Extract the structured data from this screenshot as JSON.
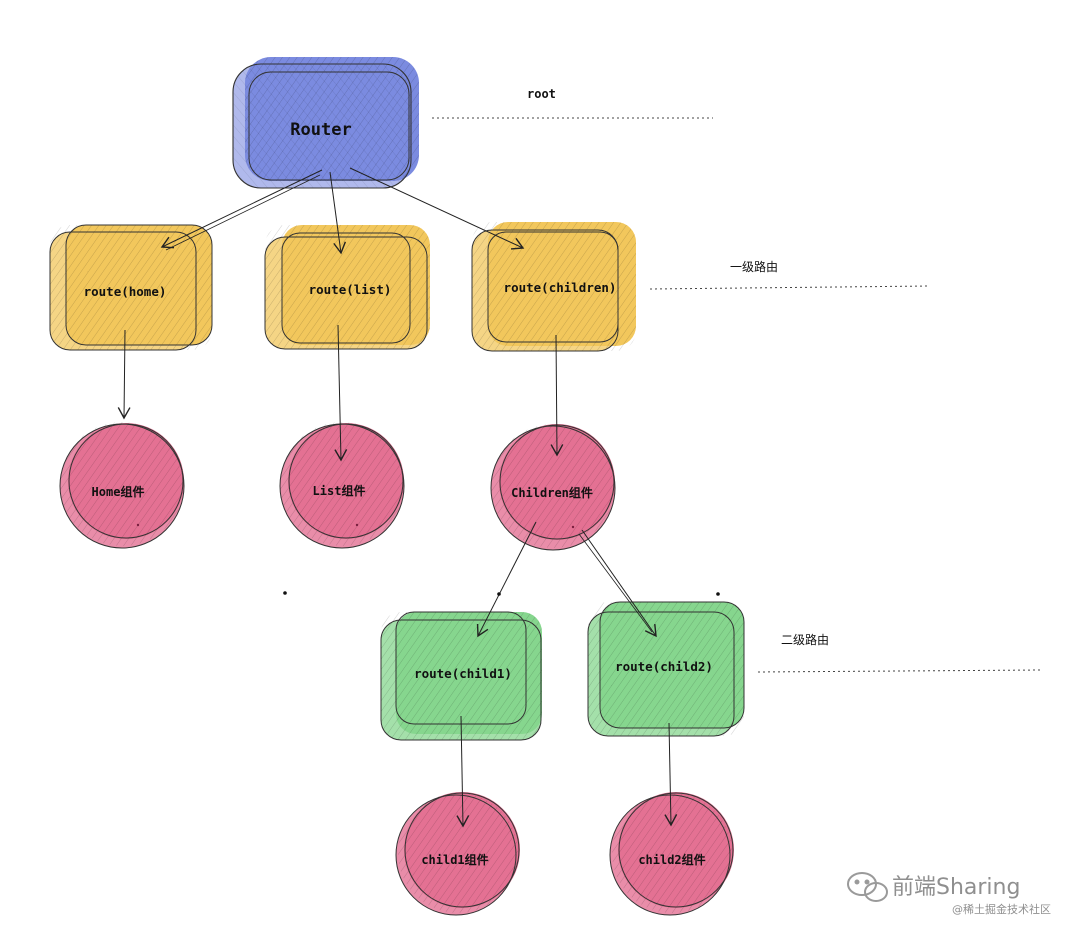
{
  "nodes": {
    "router": {
      "label": "Router",
      "color": "#7b8be0"
    },
    "route_home": {
      "label": "route(home)",
      "color": "#f2c75c"
    },
    "route_list": {
      "label": "route(list)",
      "color": "#f2c75c"
    },
    "route_children": {
      "label": "route(children)",
      "color": "#f2c75c"
    },
    "home_component": {
      "label": "Home组件",
      "color": "#e47193"
    },
    "list_component": {
      "label": "List组件",
      "color": "#e47193"
    },
    "children_component": {
      "label": "Children组件",
      "color": "#e47193"
    },
    "route_child1": {
      "label": "route(child1)",
      "color": "#86d68e"
    },
    "route_child2": {
      "label": "route(child2)",
      "color": "#86d68e"
    },
    "child1_component": {
      "label": "child1组件",
      "color": "#e47193"
    },
    "child2_component": {
      "label": "child2组件",
      "color": "#e47193"
    }
  },
  "levels": {
    "root": "root",
    "level1": "一级路由",
    "level2": "二级路由"
  },
  "watermark": {
    "brand": "前端Sharing",
    "source": "@稀土掘金技术社区"
  }
}
